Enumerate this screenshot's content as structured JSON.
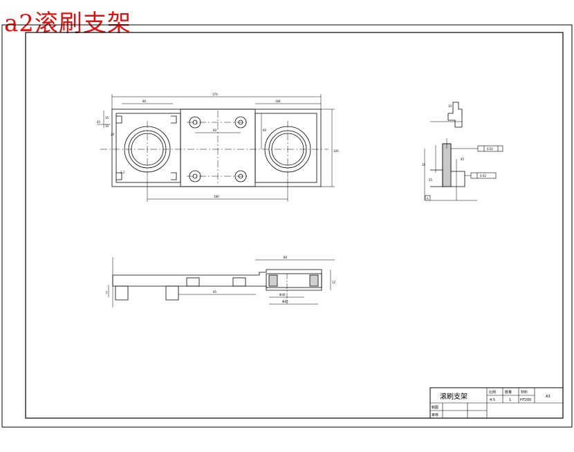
{
  "sheet": {
    "title": "a2滚刷支架",
    "title_color": "#e01010"
  },
  "title_block": {
    "part_name": "滚刷支架",
    "scale_label": "比例",
    "scale_value": "4:5",
    "quantity_label": "数量",
    "quantity_value": "1",
    "material_label": "材料",
    "material_value": "HT200",
    "sheet_code": "A3",
    "drawn_label": "制图",
    "checked_label": "审核"
  },
  "plan_view": {
    "dims": {
      "overall_length": "370",
      "right_section": "184",
      "boss_width": "80",
      "boss_pitch": "60",
      "base_span": "180",
      "overall_width": "100",
      "hole_span": "90",
      "left_offset": "45",
      "left_height": "35",
      "small_1": "10",
      "small_2": "20",
      "roughness": "3.2"
    }
  },
  "side_view": {
    "dims": {
      "flatness_1": "0.02",
      "flatness_2": "0.02",
      "datum": "A",
      "height_1": "35",
      "height_2": "25",
      "thick": "10",
      "depth": "45"
    }
  },
  "front_view": {
    "dims": {
      "bore_width": "80",
      "bore_dia": "Ф60",
      "inner_dia": "Ф40",
      "mid_length": "95",
      "base_height": "12",
      "left_height": "5"
    }
  }
}
